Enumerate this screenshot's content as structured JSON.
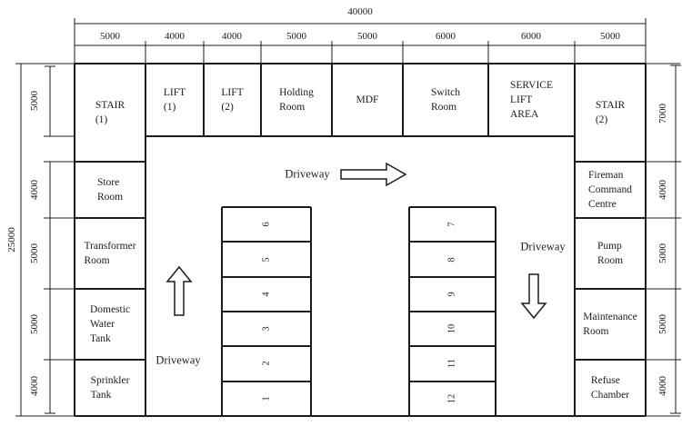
{
  "drawing": {
    "overall_width": "40000",
    "overall_height": "25000",
    "top_segments": [
      "5000",
      "4000",
      "4000",
      "5000",
      "5000",
      "6000",
      "6000",
      "5000"
    ],
    "left_segments": [
      "5000",
      "4000",
      "5000",
      "5000",
      "4000"
    ],
    "right_segments": [
      "7000",
      "4000",
      "5000",
      "5000",
      "4000"
    ],
    "rooms": {
      "stair1": "STAIR\n(1)",
      "lift1": "LIFT\n(1)",
      "lift2": "LIFT\n(2)",
      "holding": "Holding\nRoom",
      "mdf": "MDF",
      "switch": "Switch\nRoom",
      "service_lift": "SERVICE\nLIFT\nAREA",
      "stair2": "STAIR\n(2)",
      "store": "Store\nRoom",
      "transformer": "Transformer\nRoom",
      "domestic_water": "Domestic\nWater\nTank",
      "sprinkler": "Sprinkler\nTank",
      "fireman": "Fireman\nCommand\nCentre",
      "pump": "Pump\nRoom",
      "maintenance": "Maintenance\nRoom",
      "refuse": "Refuse\nChamber"
    },
    "driveway_label": "Driveway",
    "stalls_left": [
      "6",
      "5",
      "4",
      "3",
      "2",
      "1"
    ],
    "stalls_right": [
      "7",
      "8",
      "9",
      "10",
      "11",
      "12"
    ],
    "line_color": "#1c1c1c"
  }
}
